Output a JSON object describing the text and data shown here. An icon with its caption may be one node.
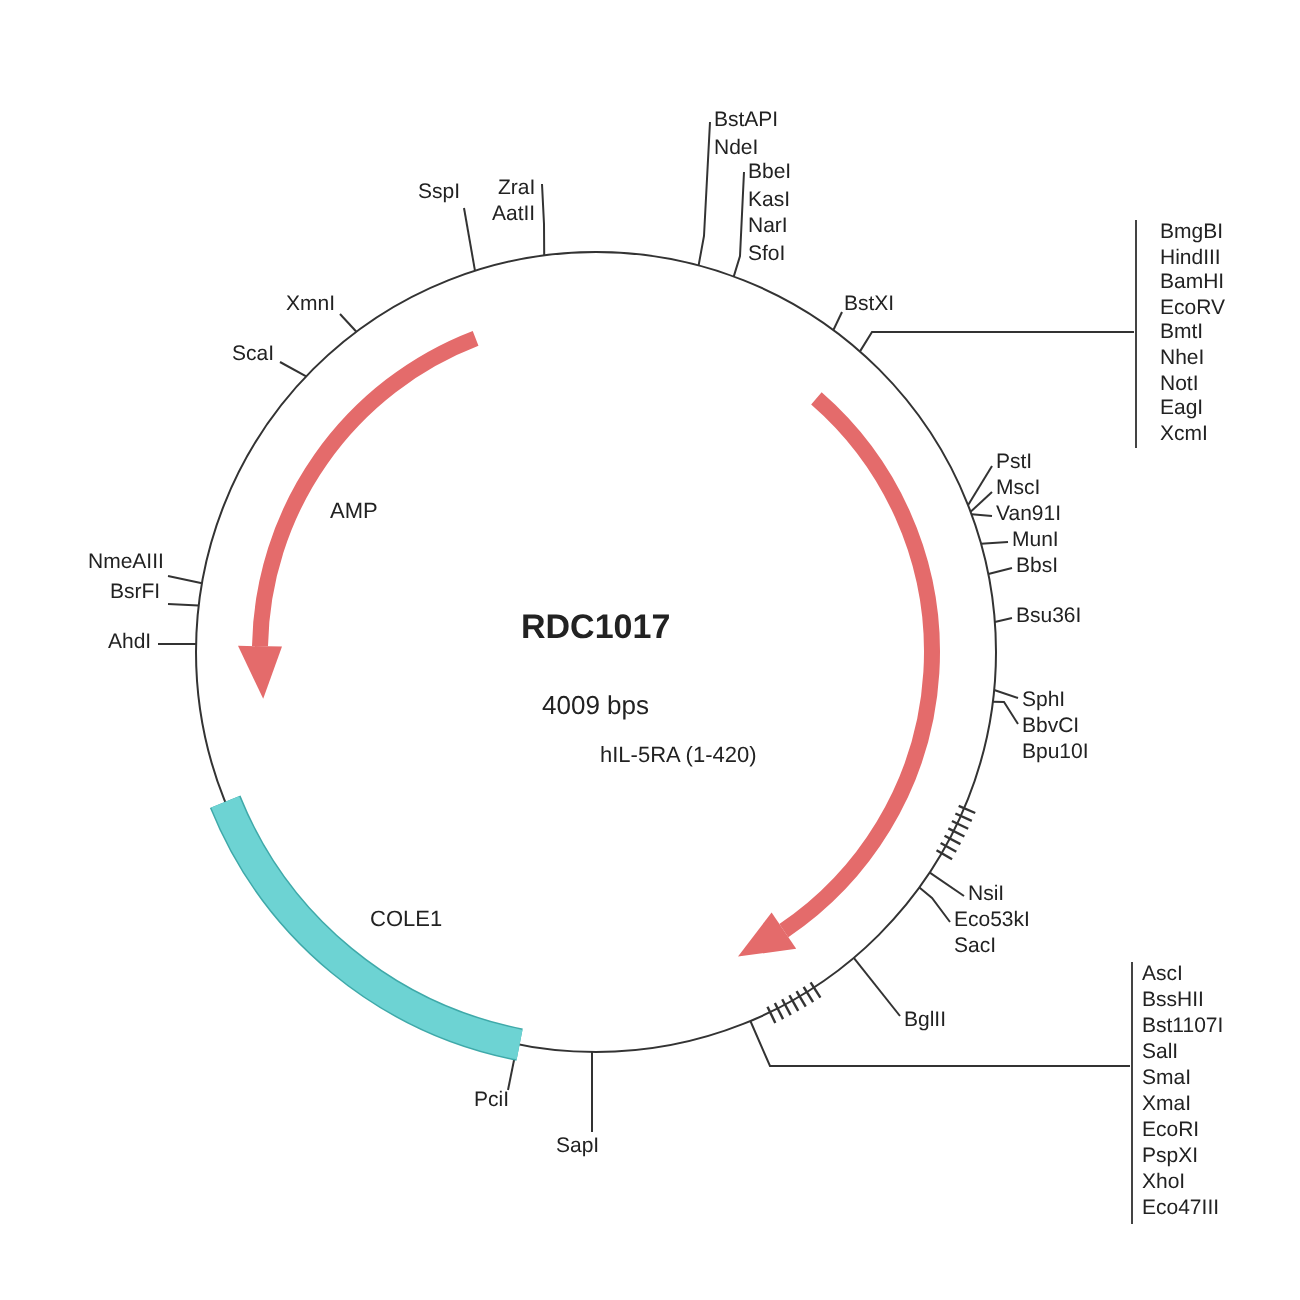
{
  "diagram": {
    "nodes": [
      {
        "text": [
          "RDC1017",
          "4009 bps"
        ]
      },
      {
        "text": [
          "AMP"
        ],
        "in": 0
      },
      {
        "text": [
          "hIL-5RA (1-420)"
        ],
        "in": 0
      },
      {
        "text": [
          "COLE1"
        ],
        "in": 0
      },
      {
        "text": [
          "BstAPI",
          "NdeI"
        ]
      },
      {
        "text": [
          "BbeI",
          "KasI",
          "NarI",
          "SfoI"
        ]
      },
      {
        "text": [
          "ZraI",
          "AatII"
        ]
      },
      {
        "text": [
          "SspI"
        ]
      },
      {
        "text": [
          "BmgBI",
          "HindIII",
          "BamHI",
          "EcoRV",
          "BmtI",
          "NheI",
          "NotI",
          "EagI",
          "XcmI"
        ]
      },
      {
        "text": [
          "BstXI"
        ]
      },
      {
        "text": [
          "XmnI"
        ]
      },
      {
        "text": [
          "ScaI"
        ]
      },
      {
        "text": [
          "PstI"
        ]
      },
      {
        "text": [
          "MscI"
        ]
      },
      {
        "text": [
          "Van91I"
        ]
      },
      {
        "text": [
          "MunI"
        ]
      },
      {
        "text": [
          "BbsI"
        ]
      },
      {
        "text": [
          "Bsu36I"
        ]
      },
      {
        "text": [
          "SphI"
        ]
      },
      {
        "text": [
          "BbvCI",
          "Bpu10I"
        ]
      },
      {
        "text": [
          "NsiI"
        ]
      },
      {
        "text": [
          "Eco53kI",
          "SacI"
        ]
      },
      {
        "text": [
          "BglII"
        ]
      },
      {
        "text": [
          "AscI",
          "BssHII",
          "Bst1107I",
          "SalI",
          "SmaI",
          "XmaI",
          "EcoRI",
          "PspXI",
          "XhoI",
          "Eco47III"
        ]
      },
      {
        "text": [
          "NmeAIII"
        ]
      },
      {
        "text": [
          "BsrFI"
        ]
      },
      {
        "text": [
          "AhdI"
        ]
      },
      {
        "text": [
          "PciI"
        ]
      },
      {
        "text": [
          "SapI"
        ]
      }
    ],
    "edges": [
      {
        "from": 4,
        "to": 0,
        "arrow": "none"
      },
      {
        "from": 5,
        "to": 0,
        "arrow": "none"
      },
      {
        "from": 6,
        "to": 0,
        "arrow": "none"
      },
      {
        "from": 7,
        "to": 0,
        "arrow": "none"
      },
      {
        "from": 8,
        "to": 0,
        "arrow": "none"
      },
      {
        "from": 9,
        "to": 0,
        "arrow": "none"
      },
      {
        "from": 10,
        "to": 0,
        "arrow": "none"
      },
      {
        "from": 11,
        "to": 0,
        "arrow": "none"
      },
      {
        "from": 12,
        "to": 0,
        "arrow": "none"
      },
      {
        "from": 13,
        "to": 0,
        "arrow": "none"
      },
      {
        "from": 14,
        "to": 0,
        "arrow": "none"
      },
      {
        "from": 15,
        "to": 0,
        "arrow": "none"
      },
      {
        "from": 16,
        "to": 0,
        "arrow": "none"
      },
      {
        "from": 17,
        "to": 0,
        "arrow": "none"
      },
      {
        "from": 18,
        "to": 0,
        "arrow": "none"
      },
      {
        "from": 19,
        "to": 0,
        "arrow": "none"
      },
      {
        "from": 20,
        "to": 0,
        "arrow": "none"
      },
      {
        "from": 21,
        "to": 0,
        "arrow": "none"
      },
      {
        "from": 22,
        "to": 0,
        "arrow": "none"
      },
      {
        "from": 23,
        "to": 0,
        "arrow": "none"
      },
      {
        "from": 24,
        "to": 0,
        "arrow": "none"
      },
      {
        "from": 25,
        "to": 0,
        "arrow": "none"
      },
      {
        "from": 26,
        "to": 0,
        "arrow": "none"
      },
      {
        "from": 27,
        "to": 0,
        "arrow": "none"
      },
      {
        "from": 28,
        "to": 0,
        "arrow": "none"
      }
    ]
  }
}
